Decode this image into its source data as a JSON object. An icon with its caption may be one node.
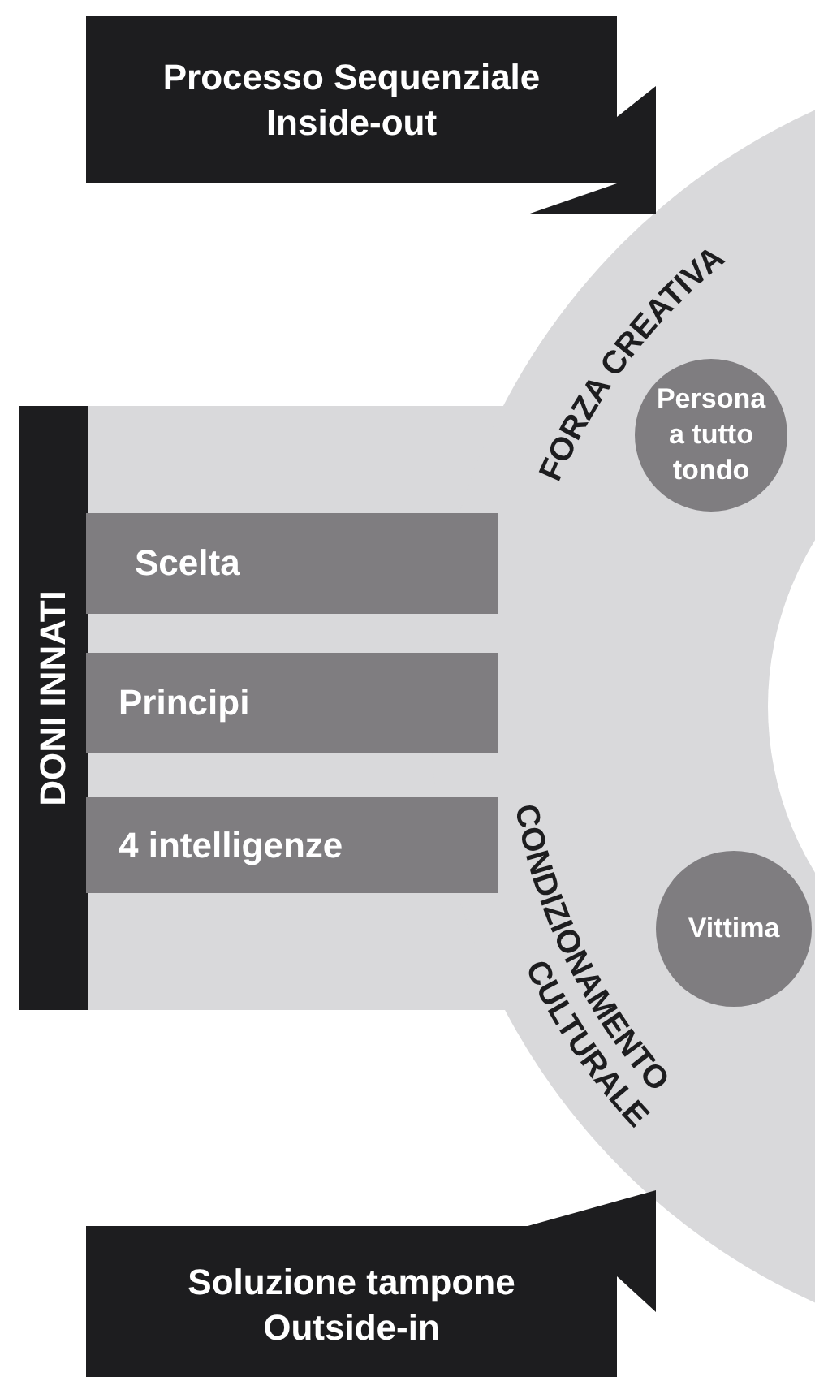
{
  "diagram": {
    "nodes": [
      {
        "text": [
          "Processo Sequenziale Inside-out"
        ]
      },
      {
        "text": [
          "Persona a tutto tondo"
        ]
      },
      {
        "text": [
          "DONI INNATI"
        ]
      },
      {
        "text": [
          "Scelta"
        ]
      },
      {
        "text": [
          "Principi"
        ]
      },
      {
        "text": [
          "4 intelligenze"
        ]
      },
      {
        "text": [
          "Vittima"
        ]
      },
      {
        "text": [
          "Soluzione tampone Outside-in"
        ]
      }
    ],
    "labels": [
      "FORZA CREATIVA",
      "CONDIZIONAMENTO",
      "CULTURALE"
    ]
  }
}
